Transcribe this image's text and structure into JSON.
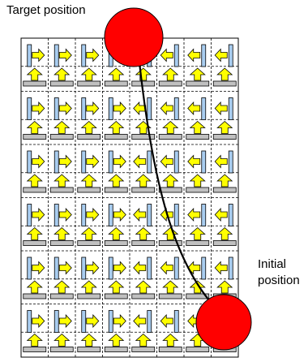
{
  "labels": {
    "target": "Target position",
    "initial_line1": "Initial",
    "initial_line2": "position"
  },
  "grid": {
    "rows": 6,
    "cols": 8,
    "arrow_directions": [
      [
        "right",
        "right",
        "right",
        "right",
        "left",
        "left",
        "left",
        "left"
      ],
      [
        "right",
        "right",
        "right",
        "right",
        "left",
        "left",
        "left",
        "left"
      ],
      [
        "right",
        "right",
        "right",
        "right",
        "left",
        "left",
        "left",
        "left"
      ],
      [
        "right",
        "right",
        "right",
        "right",
        "left",
        "left",
        "left",
        "left"
      ],
      [
        "right",
        "right",
        "right",
        "right",
        "left",
        "left",
        "left",
        "left"
      ],
      [
        "right",
        "right",
        "right",
        "right",
        "left",
        "left",
        "left",
        "left"
      ]
    ],
    "vertical_arrow_direction": "up"
  },
  "colors": {
    "pillar": "#a9cdf0",
    "arrow": "#ffff00",
    "base": "#c0c0c0",
    "outline": "#000000",
    "disc": "#ff0000",
    "trajectory": "#000000"
  },
  "icons": {
    "cell_pillar": "blue-pillar-icon",
    "cell_horizontal_arrow": "yellow-horizontal-arrow-icon",
    "cell_vertical_arrow": "yellow-up-arrow-icon",
    "cell_base": "gray-base-icon",
    "target_disc": "red-disc-icon",
    "initial_disc": "red-disc-icon"
  }
}
